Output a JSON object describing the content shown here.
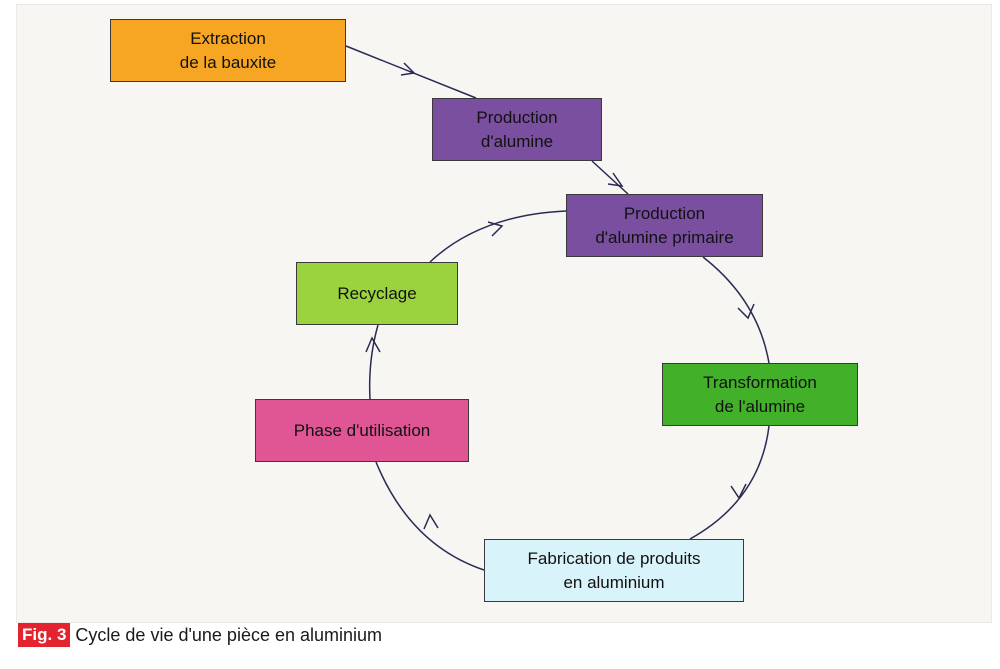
{
  "diagram": {
    "nodes": [
      {
        "id": "extraction",
        "label": "Extraction\nde la bauxite",
        "color": "#f6a623"
      },
      {
        "id": "production-alumine",
        "label": "Production\nd'alumine",
        "color": "#7a4fa0"
      },
      {
        "id": "production-primaire",
        "label": "Production\nd'alumine primaire",
        "color": "#7a4fa0"
      },
      {
        "id": "transformation",
        "label": "Transformation\nde l'alumine",
        "color": "#43b02a"
      },
      {
        "id": "fabrication",
        "label": "Fabrication de produits\nen aluminium",
        "color": "#d8f3f9"
      },
      {
        "id": "utilisation",
        "label": "Phase d'utilisation",
        "color": "#e05593"
      },
      {
        "id": "recyclage",
        "label": "Recyclage",
        "color": "#9bd33f"
      }
    ],
    "edges": [
      {
        "from": "extraction",
        "to": "production-alumine"
      },
      {
        "from": "production-alumine",
        "to": "production-primaire"
      },
      {
        "from": "production-primaire",
        "to": "transformation"
      },
      {
        "from": "transformation",
        "to": "fabrication"
      },
      {
        "from": "fabrication",
        "to": "utilisation"
      },
      {
        "from": "utilisation",
        "to": "recyclage"
      },
      {
        "from": "recyclage",
        "to": "production-primaire"
      }
    ]
  },
  "caption": {
    "badge": "Fig. 3",
    "text": "Cycle de vie d'une pièce en aluminium",
    "badge_color": "#e3232e"
  }
}
